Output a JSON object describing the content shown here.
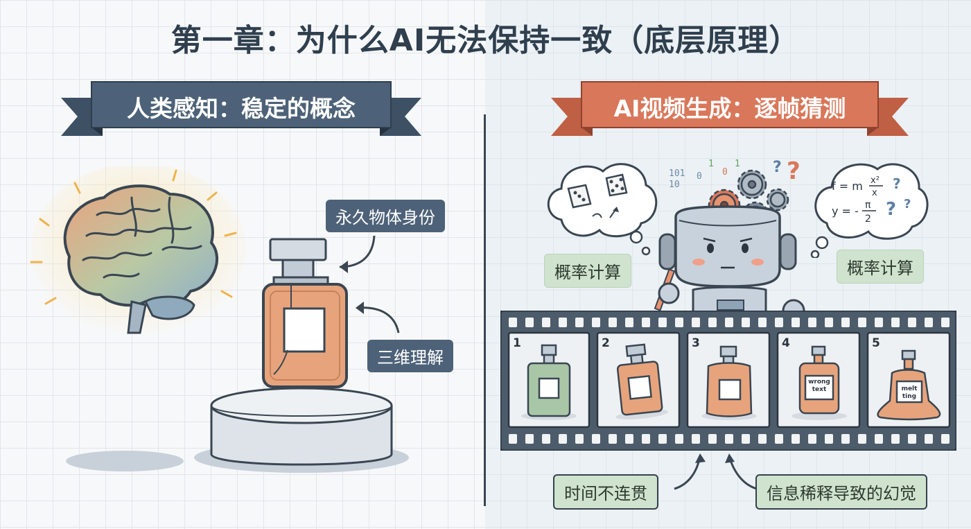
{
  "title": "第一章：为什么AI无法保持一致（底层原理）",
  "left_panel": {
    "banner": "人类感知：稳定的概念",
    "callouts": {
      "identity": "永久物体身份",
      "three_d": "三维理解"
    }
  },
  "right_panel": {
    "banner": "AI视频生成：逐帧猜测",
    "callouts": {
      "prob_left": "概率计算",
      "prob_right": "概率计算",
      "time": "时间不连贯",
      "dilution": "信息稀释导致的幻觉"
    },
    "formula": {
      "line1": "f = m",
      "frac1_num": "x²",
      "frac1_den": "x",
      "line2": "y = -",
      "frac2_num": "π",
      "frac2_den": "2"
    },
    "binary": [
      "101",
      "10",
      "1",
      "0",
      "1",
      "0"
    ],
    "frames": [
      {
        "number": "1",
        "label": ""
      },
      {
        "number": "2",
        "label": ""
      },
      {
        "number": "3",
        "label": ""
      },
      {
        "number": "4",
        "label": "wrong text"
      },
      {
        "number": "5",
        "label": "melt ting"
      }
    ]
  },
  "colors": {
    "slate_banner": "#4d6278",
    "orange_banner": "#d9775a",
    "green_bottle": "#a9c7a7",
    "orange_bottle": "#e7a47c"
  }
}
